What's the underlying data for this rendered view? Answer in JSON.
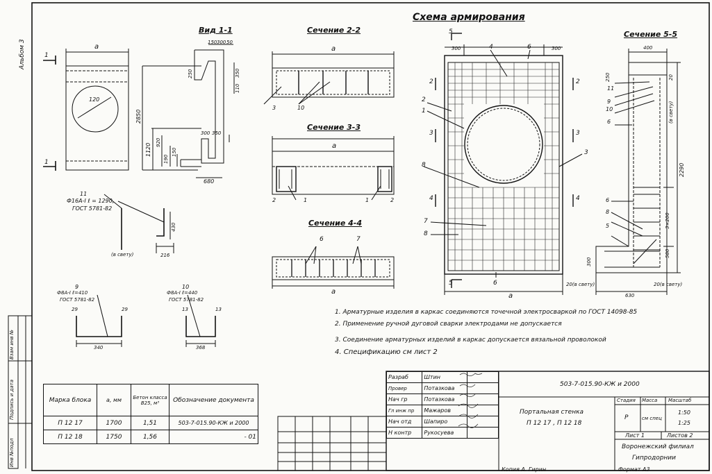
{
  "side": {
    "album": "Альбом 3",
    "stamp_inv_zam": "Взам инв №",
    "stamp_sign_date": "Подпись и дата",
    "stamp_inv_podl": "Инв №подл"
  },
  "title": "Схема армирования",
  "views": {
    "vid11": "Вид 1-1",
    "sec22": "Сечение 2-2",
    "sec33": "Сечение 3-3",
    "sec44": "Сечение 4-4",
    "sec55": "Сечение 5-5"
  },
  "front": {
    "a": "a",
    "circle_dim": "120",
    "mark1": "1"
  },
  "vid11_dims": [
    "150",
    "300",
    "50",
    "250",
    "350",
    "110",
    "2850",
    "1120",
    "920",
    "190",
    "150",
    "300",
    "350",
    "680"
  ],
  "sec22_labels": {
    "a": "a",
    "p3": "3",
    "p10": "10"
  },
  "sec33_labels": {
    "a": "a",
    "p2l": "2",
    "p1l": "1",
    "p1r": "1",
    "p2r": "2"
  },
  "sec44_labels": {
    "a": "a",
    "p6": "6",
    "p7": "7"
  },
  "scheme_labels": {
    "d300l": "300",
    "d300r": "300",
    "p4": "4",
    "p6top": "6",
    "p5top": "5",
    "p5bot": "5",
    "p2": "2",
    "p1": "1",
    "p3": "3",
    "p8a": "8",
    "p7": "7",
    "p8b": "8",
    "p6bot": "6",
    "s22": "2",
    "s33": "3",
    "s44": "4",
    "s22r": "2",
    "s33r": "3",
    "s44r": "4",
    "a": "a",
    "clear": "20(в свету)"
  },
  "sec55_labels": {
    "d400": "400",
    "d250": "250",
    "d20": "20",
    "p11": "11",
    "p9": "9",
    "p10": "10",
    "p6": "6",
    "vsvetu": "(в свету)",
    "d2290": "2290",
    "p6b": "6",
    "p8": "8",
    "pitch": "3×200",
    "p5": "5",
    "d580": "580",
    "d300": "300",
    "d630": "630",
    "clear": "20(в свету)"
  },
  "bar11": {
    "title": "11",
    "spec1": "Ф16А-I  ℓ = 1290,",
    "spec2": "ГОСТ 5781-82",
    "d430": "430",
    "d216": "216",
    "svetu": "(в свету)"
  },
  "bar9": {
    "title": "9",
    "spec1": "Ф8А-I ℓ=410",
    "spec2": "ГОСТ 5781-82",
    "d29a": "29",
    "d29b": "29",
    "d340": "340"
  },
  "bar10": {
    "title": "10",
    "spec1": "Ф8А-I ℓ=440",
    "spec2": "ГОСТ 5781-82",
    "d13a": "13",
    "d13b": "13",
    "d368": "368"
  },
  "notes": [
    "1. Арматурные изделия в каркас соединяются точечной электросваркой по ГОСТ 14098-85",
    "2. Применение ручной дуговой сварки электродами не допускается",
    "3. Соединение арматурных изделий в каркас допускается вязальной проволокой",
    "4. Спецификацию  см  лист 2"
  ],
  "marks_table": {
    "headers": [
      "Марка блока",
      "a, мм",
      "Бетон класса В25, м³",
      "Обозначение документа"
    ],
    "rows": [
      [
        "П 12 17",
        "1700",
        "1,51",
        "503-7-015.90-КЖ и 2000"
      ],
      [
        "П 12 18",
        "1750",
        "1,56",
        "- 01"
      ]
    ]
  },
  "stamp": {
    "roles": [
      "Разраб",
      "Провер",
      "Нач гр",
      "Гл инж пр",
      "Нач отд",
      "Н контр"
    ],
    "names": [
      "Штин",
      "Потазкова",
      "Потазкова",
      "Мажаров",
      "Шапиро",
      "Рукосуева"
    ],
    "code": "503-7-015.90-КЖ и 2000",
    "name1": "Портальная стенка",
    "name2": "П 12 17 ,  П 12 18",
    "stage_h": "Стадия",
    "mass_h": "Масса",
    "scale_h": "Масштаб",
    "stage": "Р",
    "mass": "см спец",
    "scale1": "1:50",
    "scale2": "1:25",
    "sheet": "Лист 1",
    "sheets": "Листов 2",
    "org1": "Воронежский филиал",
    "org2": "Гипродорнии"
  },
  "footer": {
    "copied": "Копия  А. Гирин",
    "format": "Формат А3"
  }
}
